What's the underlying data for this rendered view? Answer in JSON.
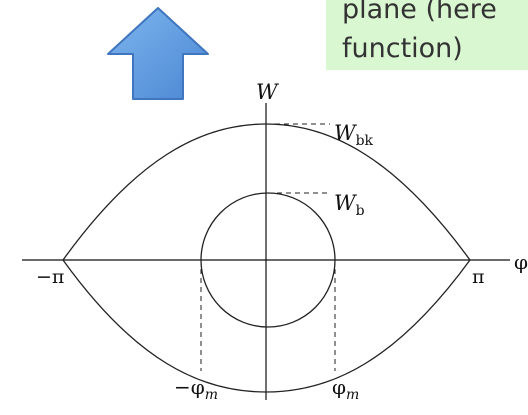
{
  "note": {
    "lines": [
      "plane (here",
      "function)"
    ],
    "background": "#d9f7d0"
  },
  "arrow": {
    "icon": "up-arrow-icon",
    "fill": "#4f8fd8",
    "stroke": "#3a6fb0"
  },
  "diagram": {
    "vertical_axis_label": "W",
    "separatrix_label_main": "W",
    "separatrix_label_sub": "bk",
    "bucket_label_main": "W",
    "bucket_label_sub": "b",
    "left_crossing_label": "−π",
    "right_crossing_label": "π",
    "horizontal_axis_label_clipped": "φ",
    "neg_phi_main": "−φ",
    "neg_phi_sub": "m",
    "pos_phi_main": "φ",
    "pos_phi_sub": "m"
  }
}
